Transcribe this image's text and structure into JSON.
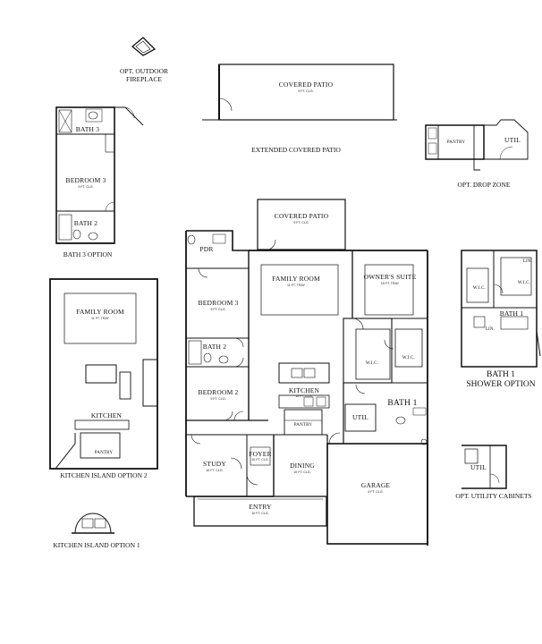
{
  "captions": {
    "outdoor_fireplace": [
      "OPT. OUTDOOR",
      "FIREPLACE"
    ],
    "extended_patio": "EXTENDED COVERED PATIO",
    "bath3_option": "BATH 3 OPTION",
    "drop_zone": "OPT. DROP ZONE",
    "island_opt2": "KITCHEN ISLAND OPTION 2",
    "shower_option": [
      "BATH 1",
      "SHOWER OPTION"
    ],
    "utility_cabinets": "OPT. UTILITY CABINETS",
    "island_opt1": "KITCHEN ISLAND OPTION 1"
  },
  "rooms": {
    "covered_patio_top": {
      "name": "COVERED PATIO",
      "ceiling": "9 FT. CLG."
    },
    "covered_patio_main": {
      "name": "COVERED PATIO",
      "ceiling": "9 FT. CLG."
    },
    "family_room": {
      "name": "FAMILY ROOM",
      "ceiling": "11 FT. TRAY"
    },
    "owners_suite": {
      "name": "OWNER'S SUITE",
      "ceiling": "10 FT. TRAY"
    },
    "bedroom3": {
      "name": "BEDROOM 3",
      "ceiling": "9 FT. CLG."
    },
    "bath2": {
      "name": "BATH 2"
    },
    "bedroom2": {
      "name": "BEDROOM 2",
      "ceiling": "9 FT. CLG."
    },
    "kitchen": {
      "name": "KITCHEN",
      "ceiling": "10 FT. CLG."
    },
    "study": {
      "name": "STUDY",
      "ceiling": "10 FT. CLG."
    },
    "foyer": {
      "name": "FOYER",
      "ceiling": "10 FT. CLG."
    },
    "dining": {
      "name": "DINING",
      "ceiling": "10 FT. CLG."
    },
    "pantry": {
      "name": "PANTRY"
    },
    "util": {
      "name": "UTIL"
    },
    "bath1": {
      "name": "BATH 1"
    },
    "wic_left": {
      "name": "W.I.C."
    },
    "wic_right": {
      "name": "W.I.C."
    },
    "garage": {
      "name": "GARAGE",
      "ceiling": "9 FT. CLG."
    },
    "entry": {
      "name": "ENTRY",
      "ceiling": "10 FT. CLG."
    },
    "pdr": {
      "name": "PDR"
    }
  },
  "bath3_opt": {
    "bath3": "BATH 3",
    "bedroom3": {
      "name": "BEDROOM 3",
      "ceiling": "9 FT. CLG."
    },
    "bath2": "BATH 2"
  },
  "drop_opt": {
    "pantry": "PANTRY",
    "util": "UTIL"
  },
  "island2_opt": {
    "family_room": {
      "name": "FAMILY ROOM",
      "ceiling": "11 FT. TRAY"
    },
    "kitchen": "KITCHEN",
    "pantry": "PANTRY"
  },
  "shower_opt": {
    "wic1": "W.I.C.",
    "wic2": "W.I.C.",
    "bath1": "BATH 1",
    "lin1": "LIN.",
    "lin2": "LIN."
  },
  "utilcab_opt": {
    "util": "UTIL"
  }
}
